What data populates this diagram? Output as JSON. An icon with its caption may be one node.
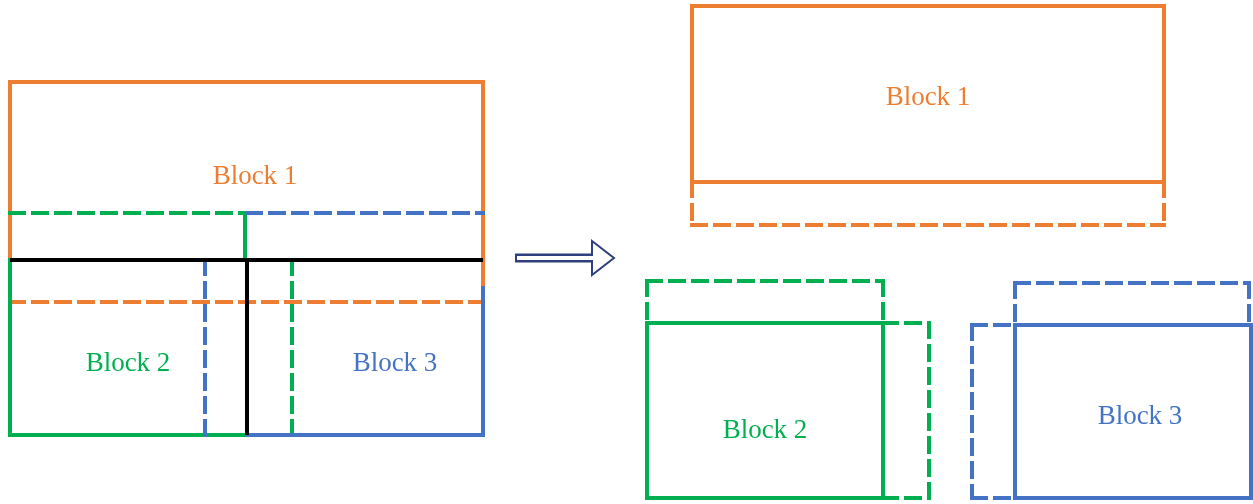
{
  "diagram": {
    "nodes": [
      {
        "text": [
          "Block 1"
        ]
      },
      {
        "text": [
          "Block 2"
        ]
      },
      {
        "text": [
          "Block 3"
        ]
      },
      {
        "text": [
          "Block 1"
        ]
      },
      {
        "text": [
          "Block 2"
        ]
      },
      {
        "text": [
          "Block 3"
        ]
      }
    ],
    "edges": [
      {
        "from": 2,
        "to": 4,
        "arrow": "to"
      }
    ]
  }
}
